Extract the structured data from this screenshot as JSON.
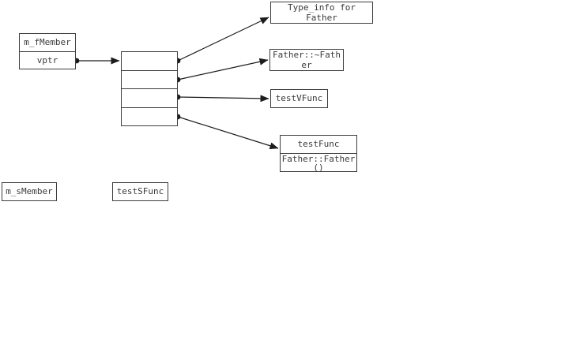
{
  "diagram": {
    "object_box": {
      "member_label": "m_fMember",
      "vptr_label": "vptr"
    },
    "vtable": {
      "slots": [
        "",
        "",
        "",
        ""
      ]
    },
    "targets": {
      "type_info_label": "Type_info for Father",
      "destructor_label": "Father::~Father",
      "virtual_func_label": "testVFunc",
      "func_title": "testFunc",
      "func_subtitle": "Father::Father()"
    },
    "static_boxes": {
      "member_label": "m_sMember",
      "func_label": "testSFunc"
    },
    "colors": {
      "line": "#1c1c1c",
      "border": "#3d3d3d",
      "text": "#3a3a3a",
      "background": "#ffffff"
    }
  }
}
